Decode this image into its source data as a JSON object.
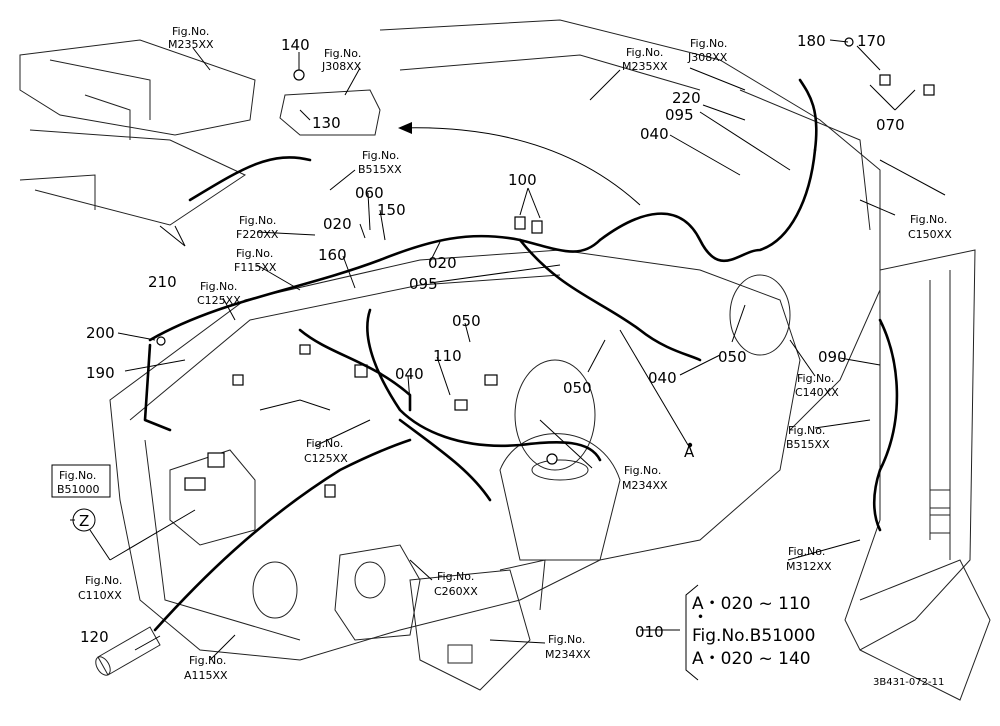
{
  "callouts": [
    {
      "id": "140",
      "text": "140"
    },
    {
      "id": "130",
      "text": "130"
    },
    {
      "id": "100",
      "text": "100"
    },
    {
      "id": "060",
      "text": "060"
    },
    {
      "id": "020a",
      "text": "020"
    },
    {
      "id": "150",
      "text": "150"
    },
    {
      "id": "160",
      "text": "160"
    },
    {
      "id": "020b",
      "text": "020"
    },
    {
      "id": "095a",
      "text": "095"
    },
    {
      "id": "210",
      "text": "210"
    },
    {
      "id": "200",
      "text": "200"
    },
    {
      "id": "190",
      "text": "190"
    },
    {
      "id": "050a",
      "text": "050"
    },
    {
      "id": "110",
      "text": "110"
    },
    {
      "id": "040a",
      "text": "040"
    },
    {
      "id": "050b",
      "text": "050"
    },
    {
      "id": "040b",
      "text": "040"
    },
    {
      "id": "050c",
      "text": "050"
    },
    {
      "id": "180",
      "text": "180"
    },
    {
      "id": "170",
      "text": "170"
    },
    {
      "id": "220",
      "text": "220"
    },
    {
      "id": "095b",
      "text": "095"
    },
    {
      "id": "040c",
      "text": "040"
    },
    {
      "id": "070",
      "text": "070"
    },
    {
      "id": "090",
      "text": "090"
    },
    {
      "id": "120",
      "text": "120"
    },
    {
      "id": "010",
      "text": "010"
    },
    {
      "id": "A",
      "text": "A"
    },
    {
      "id": "Z",
      "text": "Z"
    }
  ],
  "fig_refs": [
    {
      "id": "m235-left",
      "line1": "Fig.No.",
      "line2": "M235XX"
    },
    {
      "id": "j308-mid",
      "line1": "Fig.No.",
      "line2": "J308XX"
    },
    {
      "id": "m235-mid",
      "line1": "Fig.No.",
      "line2": "M235XX"
    },
    {
      "id": "j308-right",
      "line1": "Fig.No.",
      "line2": "J308XX"
    },
    {
      "id": "b515-top",
      "line1": "Fig.No.",
      "line2": "B515XX"
    },
    {
      "id": "f220",
      "line1": "Fig.No.",
      "line2": "F220XX"
    },
    {
      "id": "f115",
      "line1": "Fig.No.",
      "line2": "F115XX"
    },
    {
      "id": "c125-top",
      "line1": "Fig.No.",
      "line2": "C125XX"
    },
    {
      "id": "c150",
      "line1": "Fig.No.",
      "line2": "C150XX"
    },
    {
      "id": "c140",
      "line1": "Fig.No.",
      "line2": "C140XX"
    },
    {
      "id": "b515-right",
      "line1": "Fig.No.",
      "line2": "B515XX"
    },
    {
      "id": "c125-mid",
      "line1": "Fig.No.",
      "line2": "C125XX"
    },
    {
      "id": "m234-mid",
      "line1": "Fig.No.",
      "line2": "M234XX"
    },
    {
      "id": "b51000",
      "line1": "Fig.No.",
      "line2": "B51000"
    },
    {
      "id": "c110",
      "line1": "Fig.No.",
      "line2": "C110XX"
    },
    {
      "id": "c260",
      "line1": "Fig.No.",
      "line2": "C260XX"
    },
    {
      "id": "m312",
      "line1": "Fig.No.",
      "line2": "M312XX"
    },
    {
      "id": "m234-bottom",
      "line1": "Fig.No.",
      "line2": "M234XX"
    },
    {
      "id": "a115",
      "line1": "Fig.No.",
      "line2": "A115XX"
    }
  ],
  "legend": {
    "row1": "A・020 ~ 110",
    "row2": "Fig.No.B51000",
    "row3": "A・020 ~ 140",
    "dot": "・"
  },
  "drawing_code": "3B431-072-11"
}
